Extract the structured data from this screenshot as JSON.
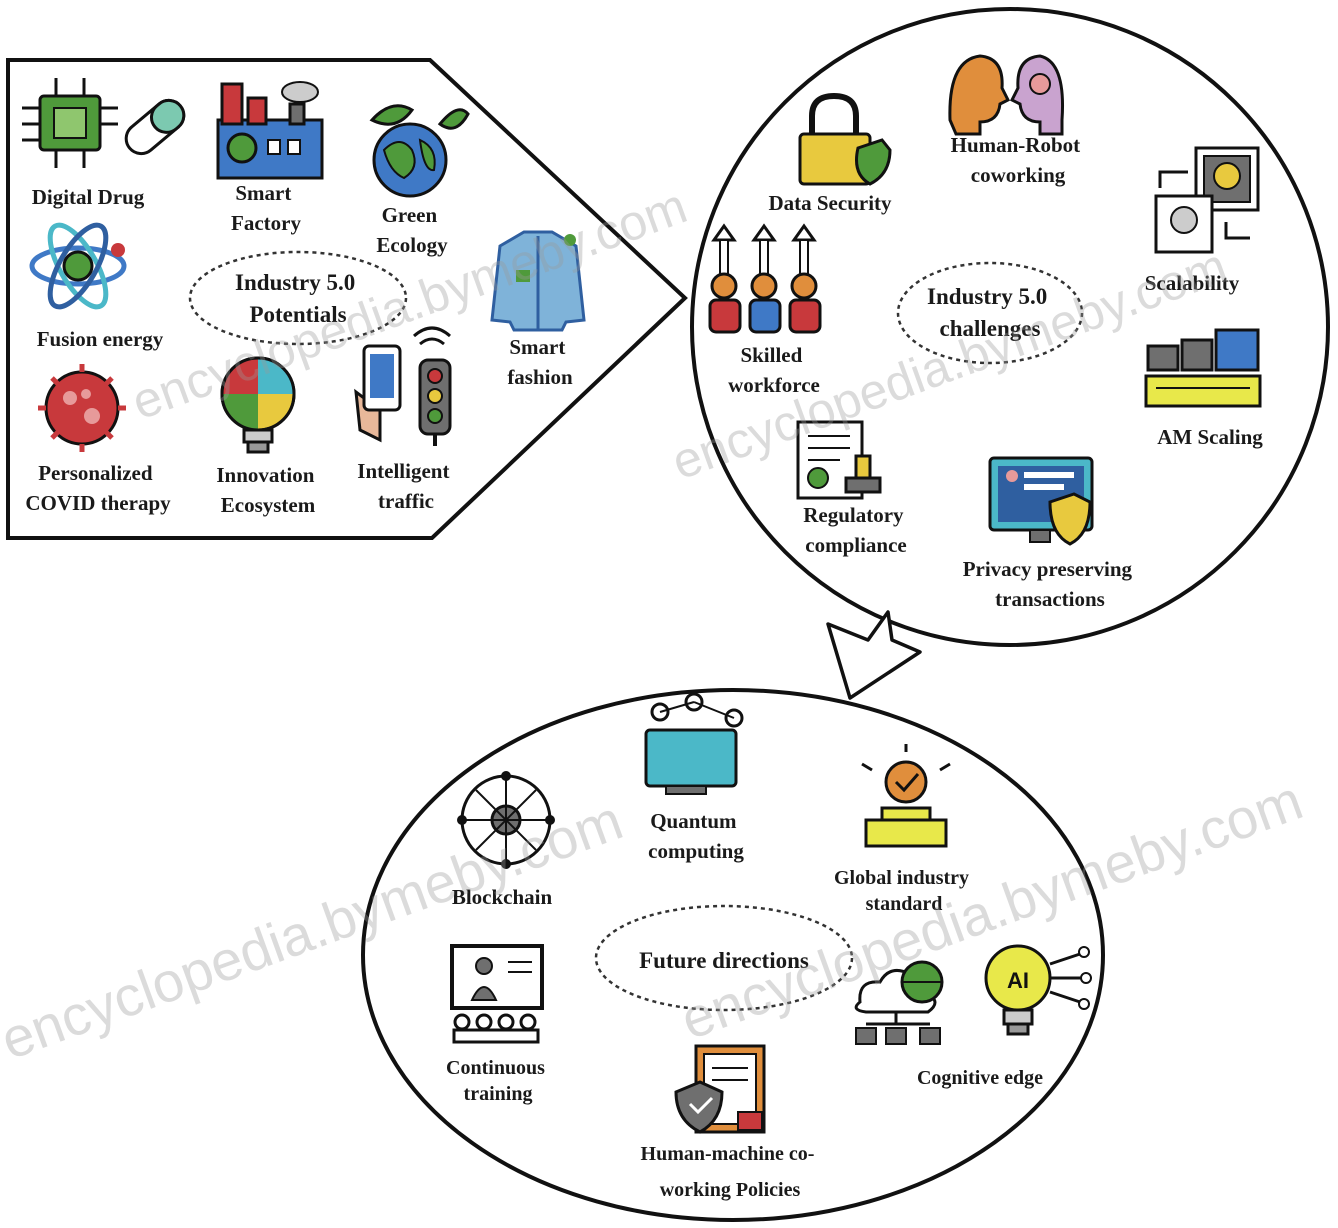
{
  "potentials": {
    "center_title": [
      "Industry 5.0",
      "Potentials"
    ],
    "items": {
      "digital_drug": [
        "Digital Drug"
      ],
      "smart_factory": [
        "Smart",
        "Factory"
      ],
      "green_ecology": [
        "Green",
        "Ecology"
      ],
      "fusion_energy": [
        "Fusion energy"
      ],
      "smart_fashion": [
        "Smart",
        "fashion"
      ],
      "covid_therapy": [
        "Personalized",
        "COVID therapy"
      ],
      "innovation_ecosystem": [
        "Innovation",
        "Ecosystem"
      ],
      "intelligent_traffic": [
        "Intelligent",
        "traffic"
      ]
    }
  },
  "challenges": {
    "center_title": [
      "Industry 5.0",
      "challenges"
    ],
    "items": {
      "data_security": [
        "Data Security"
      ],
      "human_robot": [
        "Human-Robot",
        "coworking"
      ],
      "scalability": [
        "Scalability"
      ],
      "skilled_workforce": [
        "Skilled",
        "workforce"
      ],
      "am_scaling": [
        "AM Scaling"
      ],
      "regulatory": [
        "Regulatory",
        "compliance"
      ],
      "privacy": [
        "Privacy preserving",
        "transactions"
      ]
    }
  },
  "future": {
    "center_title": [
      "Future directions"
    ],
    "items": {
      "quantum": [
        "Quantum",
        "computing"
      ],
      "blockchain": [
        "Blockchain"
      ],
      "global_standard": [
        "Global industry",
        "standard"
      ],
      "continuous_training": [
        "Continuous",
        "training"
      ],
      "cognitive_edge": [
        "Cognitive edge"
      ],
      "human_machine": [
        "Human-machine co-",
        "working Policies"
      ]
    }
  },
  "watermark": "encyclopedia.bymeby.com",
  "colors": {
    "outline": "#111111",
    "red": "#c8393c",
    "green": "#4f9a3b",
    "blue": "#3f79c6",
    "teal": "#4bb8c8",
    "yellow": "#e8c93e",
    "pink": "#e79a9a",
    "orange": "#e08e3c",
    "gray": "#6f6f6f"
  }
}
